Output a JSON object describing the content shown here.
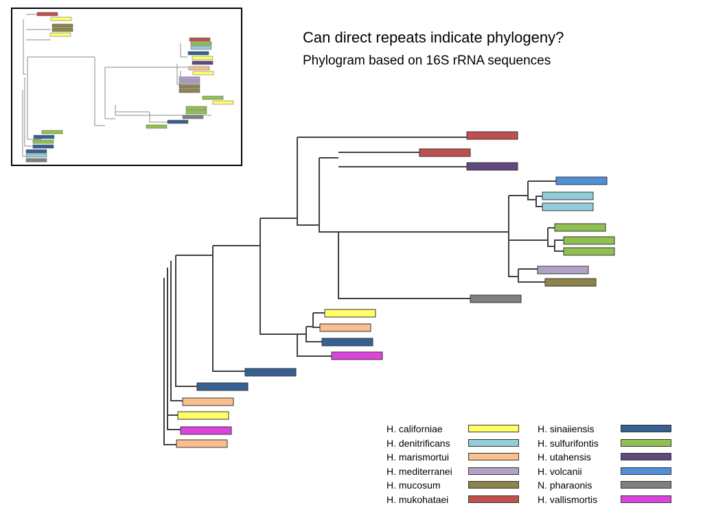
{
  "title": "Can direct repeats indicate phylogeny?",
  "subtitle": "Phylogram based on 16S rRNA sequences",
  "species_colors": {
    "H. californiae": "#ffff66",
    "H. denitrificans": "#92cddc",
    "H. marismortui": "#fabf8f",
    "H. mediterranei": "#b2a1c7",
    "H. mucosum": "#8c8449",
    "H. mukohataei": "#c0504d",
    "H. sinaiiensis": "#376092",
    "H. sulfurifontis": "#92c050",
    "H. utahensis": "#604a7b",
    "H. volcanii": "#4f8fd9",
    "N. pharaonis": "#808080",
    "H. vallismortis": "#dd44dd"
  },
  "legend": {
    "left": [
      {
        "label": "H. californiae",
        "color": "#ffff66"
      },
      {
        "label": "H. denitrificans",
        "color": "#92cddc"
      },
      {
        "label": "H. marismortui",
        "color": "#fabf8f"
      },
      {
        "label": "H. mediterranei",
        "color": "#b2a1c7"
      },
      {
        "label": "H. mucosum",
        "color": "#8c8449"
      },
      {
        "label": "H. mukohataei",
        "color": "#c0504d"
      }
    ],
    "right": [
      {
        "label": "H. sinaiiensis",
        "color": "#376092"
      },
      {
        "label": "H. sulfurifontis",
        "color": "#92c050"
      },
      {
        "label": "H. utahensis",
        "color": "#604a7b"
      },
      {
        "label": "H. volcanii",
        "color": "#4f8fd9"
      },
      {
        "label": "N. pharaonis",
        "color": "#808080"
      },
      {
        "label": "H. vallismortis",
        "color": "#dd44dd"
      }
    ]
  },
  "main_tree_leaves": [
    "H. mukohataei",
    "H. mukohataei",
    "H. utahensis",
    "H. volcanii",
    "H. denitrificans",
    "H. denitrificans",
    "H. sulfurifontis",
    "H. sulfurifontis",
    "H. sulfurifontis",
    "H. mediterranei",
    "H. mucosum",
    "N. pharaonis",
    "H. californiae",
    "H. marismortui",
    "H. sinaiiensis",
    "H. vallismortis",
    "H. sinaiiensis",
    "H. sinaiiensis",
    "H. marismortui",
    "H. californiae",
    "H. vallismortis",
    "H. marismortui"
  ],
  "inset_tree_leaves": [
    "H. mukohataei",
    "H. californiae",
    "H. mucosum",
    "H. mucosum",
    "H. californiae",
    "H. mukohataei",
    "H. sulfurifontis",
    "H. denitrificans",
    "H. sinaiiensis",
    "H. californiae",
    "H. utahensis",
    "H. marismortui",
    "H. californiae",
    "H. mediterranei",
    "H. mediterranei",
    "H. mucosum",
    "H. mucosum",
    "H. sulfurifontis",
    "H. californiae",
    "H. sulfurifontis",
    "H. sulfurifontis",
    "N. pharaonis",
    "H. sinaiiensis",
    "H. sulfurifontis",
    "H. sulfurifontis",
    "H. sinaiiensis",
    "H. sulfurifontis",
    "H. sinaiiensis",
    "H. sinaiiensis",
    "H. denitrificans",
    "N. pharaonis"
  ]
}
